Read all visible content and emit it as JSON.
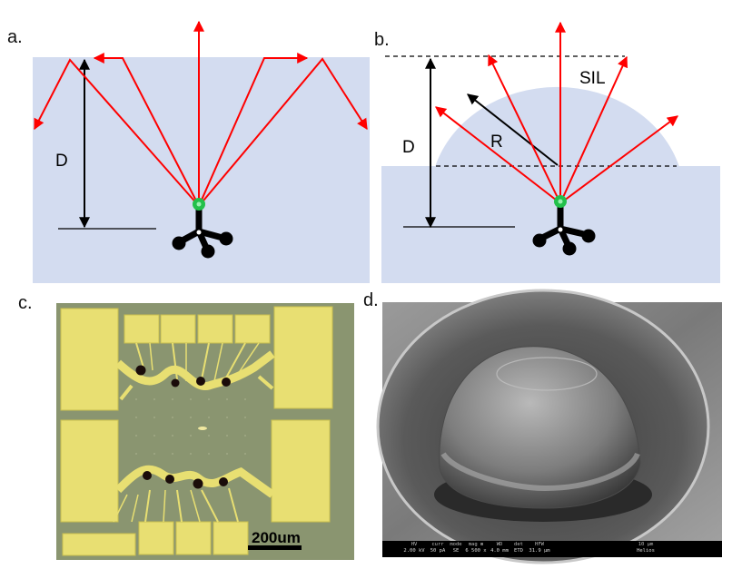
{
  "panels": {
    "a": {
      "label": "a.",
      "depth_label": "D"
    },
    "b": {
      "label": "b.",
      "depth_label": "D",
      "radius_label": "R",
      "lens_label": "SIL"
    },
    "c": {
      "label": "c.",
      "scale_bar": "200um"
    },
    "d": {
      "label": "d.",
      "scale_bar": "10 μm",
      "instrument": "Helios"
    }
  },
  "sem_info": {
    "headers": [
      "HV",
      "curr",
      "mode",
      "mag ⊞",
      "WD",
      "det",
      "HFW"
    ],
    "values": [
      "2.00 kV",
      "50 pA",
      "SE",
      "6 500 x",
      "4.0 mm",
      "ETD",
      "31.9 μm"
    ]
  },
  "colors": {
    "substrate": "#d3dcf0",
    "ray": "#ff0000",
    "emitter": "#22c04a",
    "chip_background": "#8a9570",
    "gold_pad": "#e8df72",
    "sem_gray": "#8c8c8c"
  },
  "icons": [
    "molecule-icon",
    "emitter-dot-icon",
    "arrowhead-icon"
  ]
}
